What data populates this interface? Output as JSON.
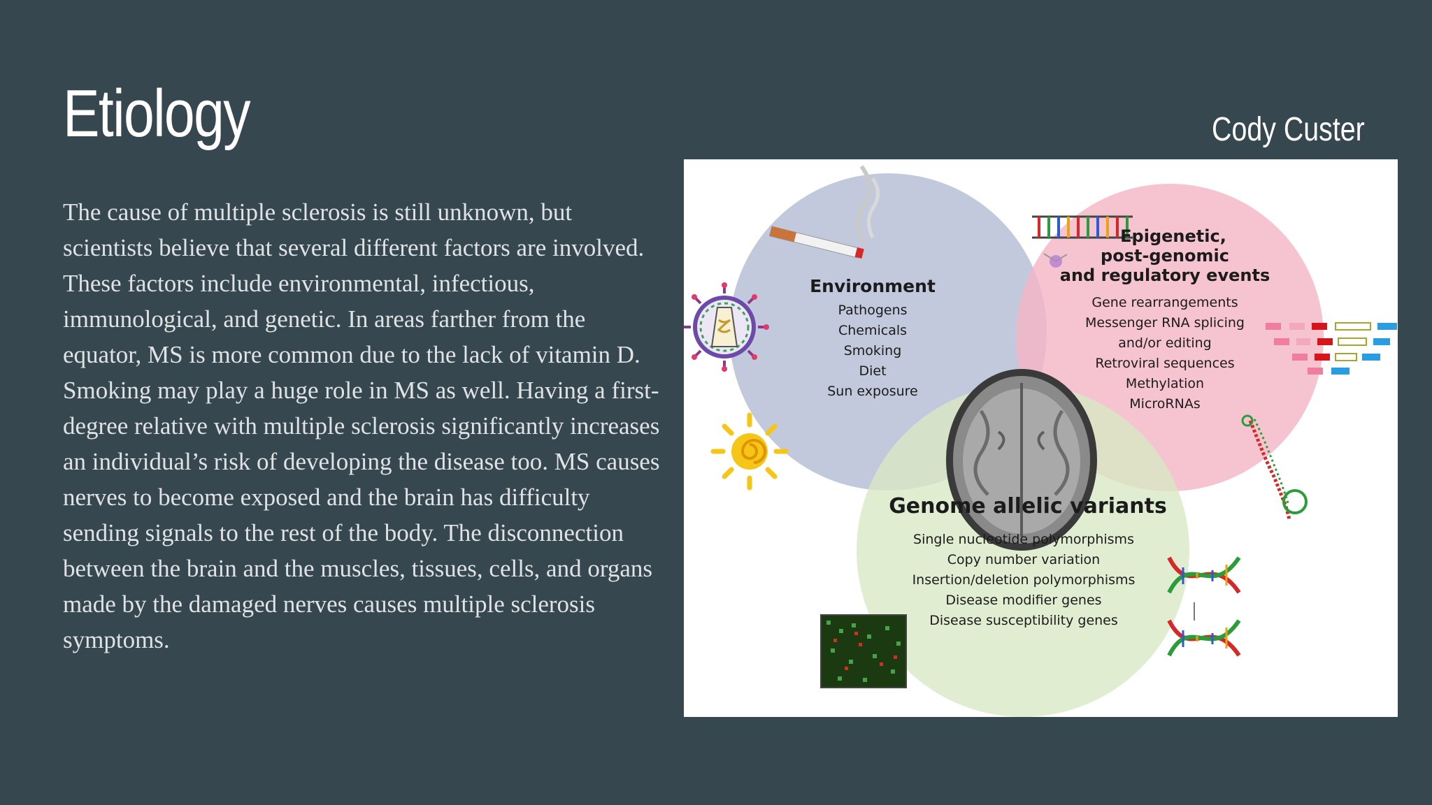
{
  "slide": {
    "title": "Etiology",
    "author": "Cody Custer",
    "body": "The cause of multiple sclerosis is still unknown, but scientists believe that several different factors are involved. These factors include environmental, infectious, immunological, and genetic. In areas farther from the equator, MS is more common due to the lack of vitamin D. Smoking may play a huge role in MS as well. Having a first-degree relative with multiple sclerosis significantly increases an individual’s risk of developing the disease too. MS causes nerves to become exposed and the brain has difficulty sending signals to the rest of the body. The disconnection between the brain and the muscles, tissues, cells, and organs made by the damaged nerves causes multiple sclerosis symptoms."
  },
  "diagram": {
    "environment": {
      "heading": "Environment",
      "items": [
        "Pathogens",
        "Chemicals",
        "Smoking",
        "Diet",
        "Sun exposure"
      ],
      "color": "#b7bfd6"
    },
    "epigenetic": {
      "heading_lines": [
        "Epigenetic,",
        "post-genomic",
        "and regulatory events"
      ],
      "items": [
        "Gene rearrangements",
        "Messenger RNA splicing",
        "and/or editing",
        "Retroviral sequences",
        "Methylation",
        "MicroRNAs"
      ],
      "color": "#f4b6c6"
    },
    "genome": {
      "heading": "Genome allelic variants",
      "items": [
        "Single nucleotide polymorphisms",
        "Copy number variation",
        "Insertion/deletion polymorphisms",
        "Disease modifier genes",
        "Disease susceptibility genes"
      ],
      "color": "#d9e8c4"
    },
    "icons": [
      "cigarette-icon",
      "virus-icon",
      "sun-icon",
      "brain-mri-icon",
      "dna-ladder-icon",
      "rna-hairpin-icon",
      "dna-helix-icon",
      "microarray-icon"
    ]
  }
}
